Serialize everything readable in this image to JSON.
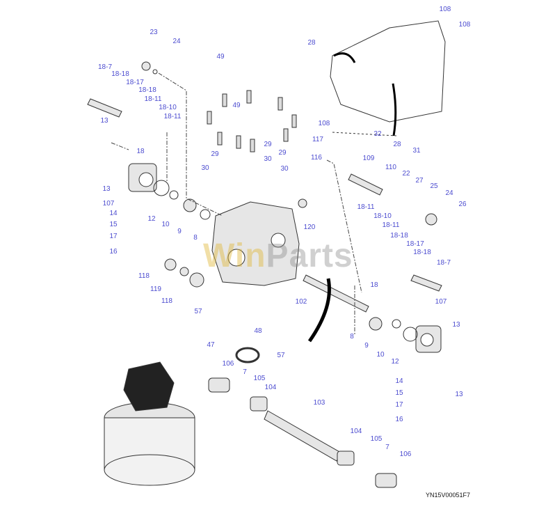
{
  "diagram": {
    "callouts": [
      "108",
      "108",
      "28",
      "108",
      "32",
      "28",
      "31",
      "23",
      "24",
      "18-7",
      "18-18",
      "18-17",
      "18-18",
      "18-11",
      "18-10",
      "18-11",
      "13",
      "18",
      "13",
      "107",
      "12",
      "10",
      "9",
      "14",
      "15",
      "17",
      "16",
      "8",
      "49",
      "49",
      "29",
      "29",
      "29",
      "30",
      "30",
      "30",
      "117",
      "116",
      "120",
      "109",
      "110",
      "22",
      "27",
      "25",
      "24",
      "26",
      "18-11",
      "18-10",
      "18-11",
      "18-18",
      "18-17",
      "18-18",
      "18-7",
      "18",
      "118",
      "119",
      "118",
      "57",
      "102",
      "48",
      "57",
      "8",
      "9",
      "10",
      "12",
      "107",
      "13",
      "13",
      "14",
      "15",
      "17",
      "16",
      "47",
      "106",
      "7",
      "105",
      "104",
      "103",
      "104",
      "105",
      "7",
      "106"
    ],
    "drawing_code": "YN15V00051F7",
    "watermark": {
      "part1": "Win",
      "part2": "Parts"
    },
    "colors": {
      "callout": "#4b4bcf",
      "line": "#333333"
    }
  }
}
